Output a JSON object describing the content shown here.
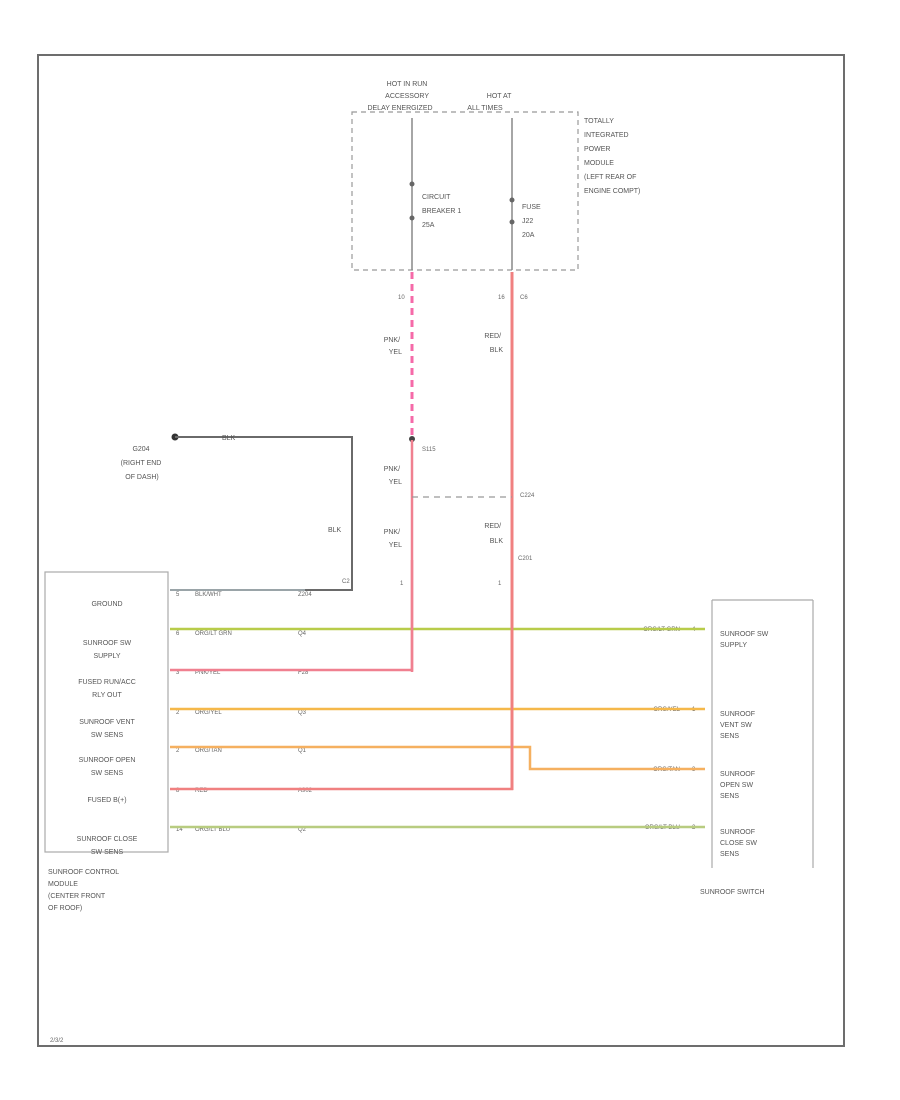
{
  "power_module": {
    "hot_in_run": [
      "HOT IN RUN",
      "ACCESSORY",
      "DELAY ENERGIZED"
    ],
    "hot_at_all": [
      "HOT AT",
      "ALL TIMES"
    ],
    "name": [
      "TOTALLY",
      "INTEGRATED",
      "POWER",
      "MODULE",
      "(LEFT REAR OF",
      "ENGINE COMPT)"
    ],
    "breaker": [
      "CIRCUIT",
      "BREAKER 1",
      "25A"
    ],
    "fuse": [
      "FUSE",
      "J22",
      "20A"
    ],
    "pin_left": "10",
    "pin_right": "16",
    "connector_right": "C6"
  },
  "wires": {
    "pnk_yel_top": [
      "PNK/",
      "YEL"
    ],
    "red_blk_top": [
      "RED/",
      "BLK"
    ],
    "pnk_yel_mid": [
      "PNK/",
      "YEL"
    ],
    "pnk_yel_low": [
      "PNK/",
      "YEL"
    ],
    "red_blk_low": [
      "RED/",
      "BLK"
    ],
    "blk": "BLK"
  },
  "splices": {
    "s115": "S115",
    "c224": "C224",
    "c201": "C201",
    "pin_l": "1",
    "pin_r": "1"
  },
  "ground": {
    "name": [
      "G204",
      "(RIGHT END",
      "OF DASH)"
    ],
    "wire": "BLK",
    "c2": "C2",
    "z204": "Z204"
  },
  "control_module": {
    "pins": [
      {
        "label": [
          "GROUND"
        ],
        "num": "5",
        "wire": "BLK/WHT",
        "circuit": "Z204",
        "color": "#9aa4a8"
      },
      {
        "label": [
          "SUNROOF SW",
          "SUPPLY"
        ],
        "num": "6",
        "wire": "ORG/LT GRN",
        "circuit": "Q4",
        "color": "#b8cc4a"
      },
      {
        "label": [
          "FUSED RUN/ACC",
          "RLY OUT"
        ],
        "num": "3",
        "wire": "PNK/YEL",
        "circuit": "F28",
        "color": "#f08090"
      },
      {
        "label": [
          "SUNROOF VENT",
          "SW SENS"
        ],
        "num": "2",
        "wire": "ORG/YEL",
        "circuit": "Q3",
        "color": "#f5b84a"
      },
      {
        "label": [
          "SUNROOF OPEN",
          "SW SENS"
        ],
        "num": "2",
        "wire": "ORG/TAN",
        "circuit": "Q1",
        "color": "#f5b060"
      },
      {
        "label": [
          "FUSED B(+)"
        ],
        "num": "8",
        "wire": "RED",
        "circuit": "A902",
        "color": "#f08080"
      },
      {
        "label": [
          "SUNROOF CLOSE",
          "SW SENS"
        ],
        "num": "14",
        "wire": "ORG/LT BLU",
        "circuit": "Q2",
        "color": "#b8cc80"
      }
    ],
    "name": [
      "SUNROOF CONTROL",
      "MODULE",
      "(CENTER FRONT",
      "OF ROOF)"
    ]
  },
  "switch": {
    "pins": [
      {
        "label": [
          "SUNROOF SW",
          "SUPPLY"
        ],
        "num": "4",
        "wire": "ORG/LT GRN"
      },
      {
        "label": [
          "SUNROOF",
          "VENT SW",
          "SENS"
        ],
        "num": "1",
        "wire": "ORG/YEL"
      },
      {
        "label": [
          "SUNROOF",
          "OPEN SW",
          "SENS"
        ],
        "num": "3",
        "wire": "ORG/TAN"
      },
      {
        "label": [
          "SUNROOF",
          "CLOSE SW",
          "SENS"
        ],
        "num": "2",
        "wire": "ORG/LT BLU"
      }
    ],
    "name": "SUNROOF SWITCH"
  },
  "footer_code": "2/3/2"
}
